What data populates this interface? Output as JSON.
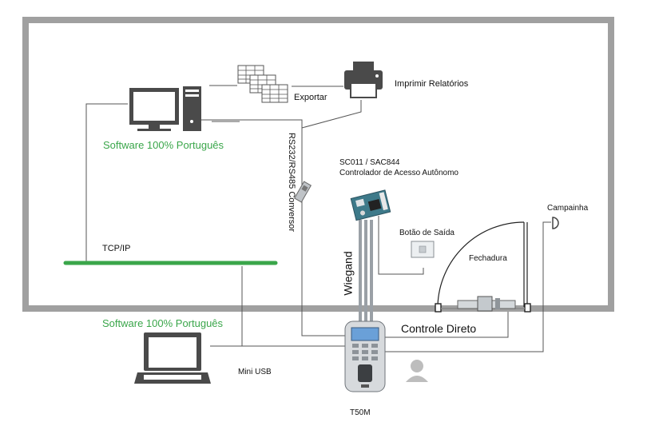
{
  "labels": {
    "software_top": "Software 100% Português",
    "software_bottom": "Software 100% Português",
    "exportar": "Exportar",
    "imprimir": "Imprimir Relatórios",
    "rs_conversor": "RS232/RS485 Conversor",
    "sc_model": "SC011  / SAC844",
    "sc_desc": "Controlador de Acesso Autônomo",
    "tcp_ip": "TCP/IP",
    "campainha": "Campainha",
    "botao_saida": "Botão de Saída",
    "fechadura": "Fechadura",
    "wiegand": "Wiegand",
    "controle_direto": "Controle Direto",
    "mini_usb": "Mini USB",
    "t50m": "T50M"
  },
  "colors": {
    "frame": "#9a9a9a",
    "network": "#3aa64a",
    "green_text": "#3aa64a",
    "device": "#4a4a4a"
  }
}
